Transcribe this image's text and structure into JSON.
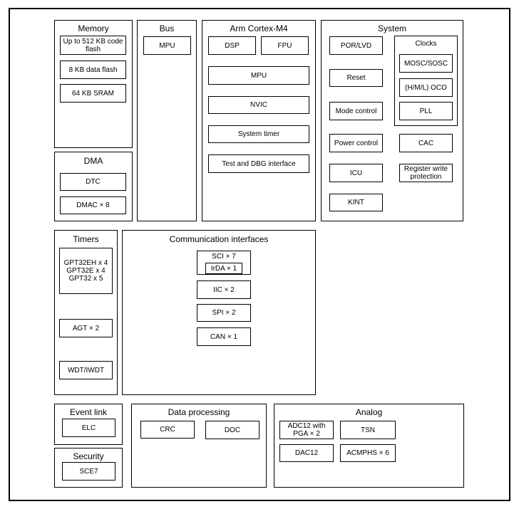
{
  "memory": {
    "title": "Memory",
    "code_flash": "Up to 512 KB code flash",
    "data_flash": "8 KB data flash",
    "sram": "64 KB SRAM"
  },
  "dma": {
    "title": "DMA",
    "dtc": "DTC",
    "dmac": "DMAC × 8"
  },
  "bus": {
    "title": "Bus",
    "mpu": "MPU"
  },
  "cpu": {
    "title": "Arm Cortex-M4",
    "dsp": "DSP",
    "fpu": "FPU",
    "mpu": "MPU",
    "nvic": "NVIC",
    "systimer": "System timer",
    "debug": "Test and DBG interface"
  },
  "system": {
    "title": "System",
    "por": "POR/LVD",
    "reset": "Reset",
    "mode": "Mode control",
    "power": "Power control",
    "icu": "ICU",
    "kint": "KINT",
    "cac": "CAC",
    "rwp": "Register write protection",
    "clocks": {
      "title": "Clocks",
      "mosc": "MOSC/SOSC",
      "oco": "(H/M/L) OCO",
      "pll": "PLL"
    }
  },
  "timers": {
    "title": "Timers",
    "gpt": "GPT32EH x 4\nGPT32E x 4\nGPT32 x 5",
    "agt": "AGT × 2",
    "wdt": "WDT/IWDT"
  },
  "comm": {
    "title": "Communication interfaces",
    "sci": "SCI × 7",
    "irda": "IrDA × 1",
    "iic": "IIC × 2",
    "spi": "SPI × 2",
    "can": "CAN × 1"
  },
  "event": {
    "title": "Event link",
    "elc": "ELC"
  },
  "security": {
    "title": "Security",
    "sce": "SCE7"
  },
  "dataproc": {
    "title": "Data processing",
    "crc": "CRC",
    "doc": "DOC"
  },
  "analog": {
    "title": "Analog",
    "adc": "ADC12 with PGA × 2",
    "tsn": "TSN",
    "dac": "DAC12",
    "acmphs": "ACMPHS × 6"
  }
}
